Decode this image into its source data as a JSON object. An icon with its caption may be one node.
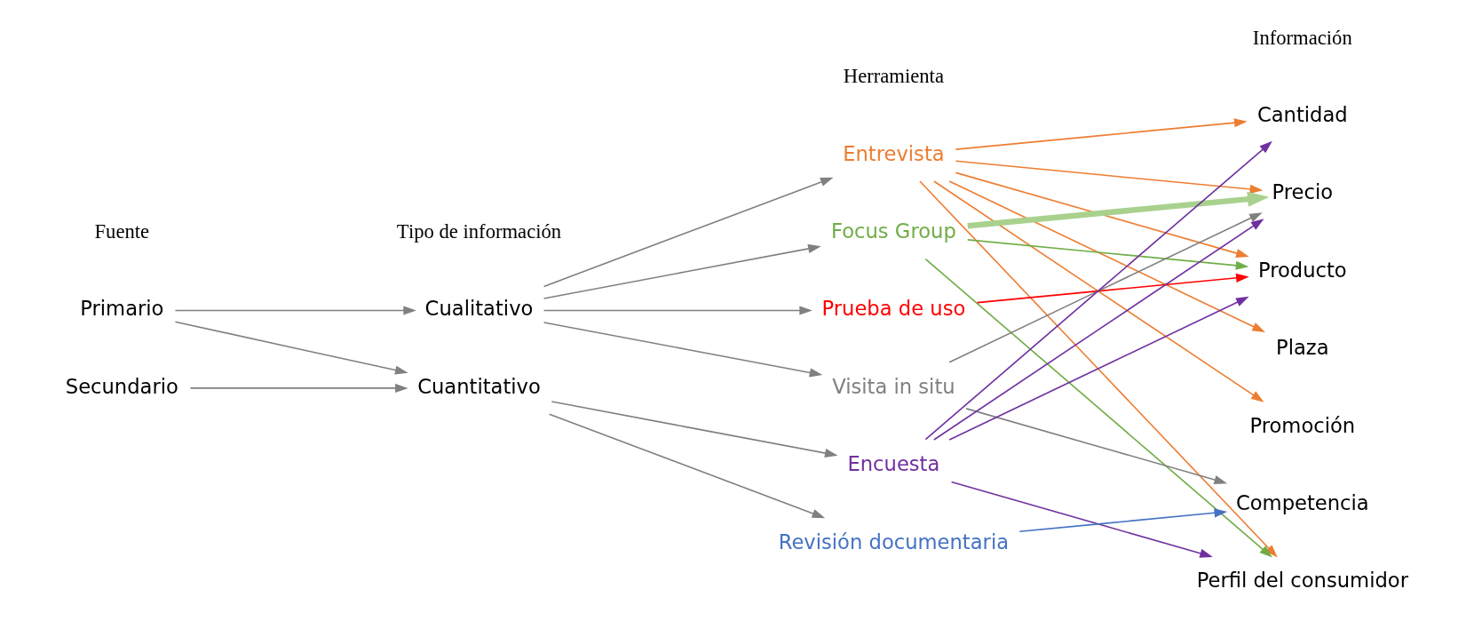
{
  "diagram": {
    "nodes": [
      {
        "text": [
          "Primario"
        ]
      },
      {
        "text": [
          "Secundario"
        ]
      },
      {
        "text": [
          "Cualitativo"
        ]
      },
      {
        "text": [
          "Cuantitativo"
        ]
      },
      {
        "text": [
          "Entrevista"
        ]
      },
      {
        "text": [
          "Focus Group"
        ]
      },
      {
        "text": [
          "Prueba de uso"
        ]
      },
      {
        "text": [
          "Visita in situ"
        ]
      },
      {
        "text": [
          "Encuesta"
        ]
      },
      {
        "text": [
          "Revisión documentaria"
        ]
      },
      {
        "text": [
          "Cantidad"
        ]
      },
      {
        "text": [
          "Precio"
        ]
      },
      {
        "text": [
          "Producto"
        ]
      },
      {
        "text": [
          "Plaza"
        ]
      },
      {
        "text": [
          "Promoción"
        ]
      },
      {
        "text": [
          "Competencia"
        ]
      },
      {
        "text": [
          "Perfil del consumidor"
        ]
      }
    ],
    "edges": [
      {
        "from": 0,
        "to": 2,
        "arrow": "to"
      },
      {
        "from": 0,
        "to": 3,
        "arrow": "to"
      },
      {
        "from": 1,
        "to": 3,
        "arrow": "to"
      },
      {
        "from": 2,
        "to": 4,
        "arrow": "to"
      },
      {
        "from": 2,
        "to": 5,
        "arrow": "to"
      },
      {
        "from": 2,
        "to": 6,
        "arrow": "to"
      },
      {
        "from": 2,
        "to": 7,
        "arrow": "to"
      },
      {
        "from": 3,
        "to": 8,
        "arrow": "to"
      },
      {
        "from": 3,
        "to": 9,
        "arrow": "to"
      },
      {
        "from": 4,
        "to": 10,
        "arrow": "to",
        "color": "#ed7d31"
      },
      {
        "from": 4,
        "to": 11,
        "arrow": "to",
        "color": "#ed7d31"
      },
      {
        "from": 4,
        "to": 12,
        "arrow": "to",
        "color": "#ed7d31"
      },
      {
        "from": 4,
        "to": 13,
        "arrow": "to",
        "color": "#ed7d31"
      },
      {
        "from": 4,
        "to": 14,
        "arrow": "to",
        "color": "#ed7d31"
      },
      {
        "from": 4,
        "to": 16,
        "arrow": "to",
        "color": "#ed7d31"
      },
      {
        "from": 5,
        "to": 11,
        "arrow": "to",
        "style": "thick",
        "color": "#a9d18e"
      },
      {
        "from": 5,
        "to": 12,
        "arrow": "to",
        "color": "#70ad47"
      },
      {
        "from": 5,
        "to": 16,
        "arrow": "to",
        "color": "#70ad47"
      },
      {
        "from": 6,
        "to": 12,
        "arrow": "to",
        "color": "#ff0000"
      },
      {
        "from": 7,
        "to": 11,
        "arrow": "to"
      },
      {
        "from": 7,
        "to": 15,
        "arrow": "to"
      },
      {
        "from": 8,
        "to": 10,
        "arrow": "to",
        "color": "#7030a0"
      },
      {
        "from": 8,
        "to": 11,
        "arrow": "to",
        "color": "#7030a0"
      },
      {
        "from": 8,
        "to": 12,
        "arrow": "to",
        "color": "#7030a0"
      },
      {
        "from": 8,
        "to": 16,
        "arrow": "to",
        "color": "#7030a0"
      },
      {
        "from": 9,
        "to": 15,
        "arrow": "to",
        "color": "#4472c4"
      }
    ],
    "labels": [
      "Fuente",
      "Tipo de información",
      "Herramienta",
      "Información"
    ]
  }
}
